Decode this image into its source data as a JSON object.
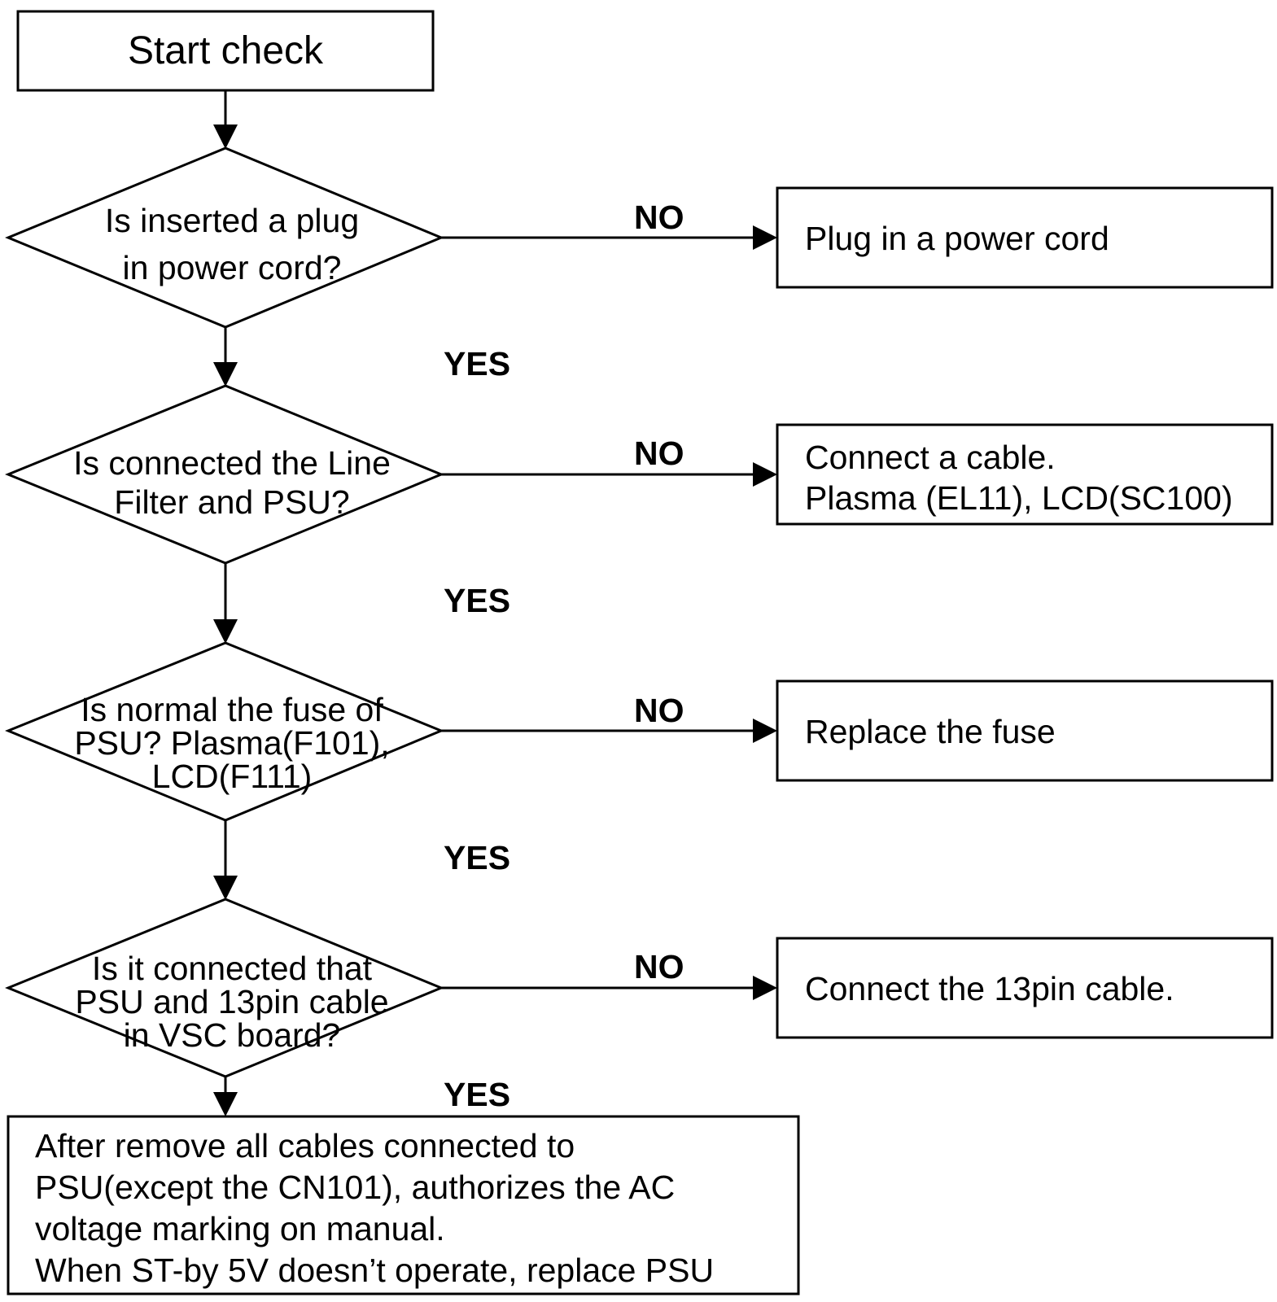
{
  "start": {
    "label": "Start check"
  },
  "decisions": [
    {
      "lines": [
        "Is inserted a plug",
        "in power cord?"
      ]
    },
    {
      "lines": [
        "Is connected the Line",
        "Filter and PSU?"
      ]
    },
    {
      "lines": [
        "Is  normal the fuse of",
        "PSU? Plasma(F101),",
        "LCD(F111)"
      ]
    },
    {
      "lines": [
        "Is it connected that",
        "PSU and 13pin cable",
        "in VSC board?"
      ]
    }
  ],
  "actions": [
    {
      "lines": [
        "Plug in a power cord"
      ]
    },
    {
      "lines": [
        "Connect a cable.",
        "Plasma (EL11), LCD(SC100)"
      ]
    },
    {
      "lines": [
        "Replace the fuse"
      ]
    },
    {
      "lines": [
        "Connect the 13pin cable."
      ]
    }
  ],
  "branch_labels": {
    "no": "NO",
    "yes": "YES"
  },
  "final": {
    "lines": [
      "After remove all cables connected to",
      "PSU(except the CN101), authorizes the AC",
      "voltage marking on manual.",
      "When ST-by 5V doesn’t operate, replace PSU"
    ]
  }
}
